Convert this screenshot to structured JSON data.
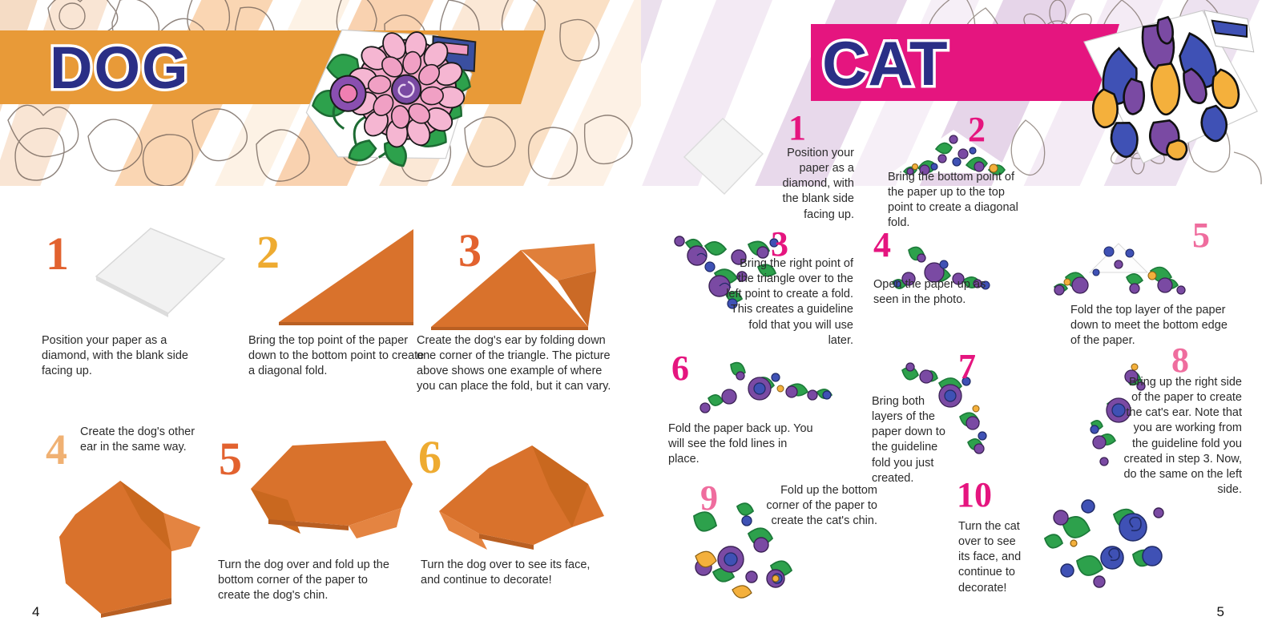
{
  "page": {
    "left_page_number": "4",
    "right_page_number": "5"
  },
  "colors": {
    "dog_banner": "#e89a38",
    "cat_banner": "#e5157f",
    "banner_text": "#2a2f86",
    "banner_text_outline": "#ffffff",
    "dog_paper": "#d9722c",
    "dog_num_red": "#e2622f",
    "dog_num_gold": "#eeab31",
    "dog_num_tan": "#f0b173",
    "cat_num_magenta": "#e5157f",
    "cat_num_pink": "#ef6d9e",
    "caption_text": "#2b2b2b",
    "bg_stripe_peach": "#f7cfa8",
    "bg_stripe_lilac": "#d9c4de"
  },
  "dog": {
    "title": "DOG",
    "photo_alt": "folded-dog-origami-with-pink-flower-pattern",
    "steps": [
      {
        "num": "1",
        "caption": "Position your paper as a diamond, with the blank side facing up.",
        "align": "left",
        "shape": "blank-diamond"
      },
      {
        "num": "2",
        "caption": "Bring the top point of the paper down to the bottom point to create a diagonal fold.",
        "align": "left",
        "shape": "orange-triangle"
      },
      {
        "num": "3",
        "caption": "Create the dog's ear by folding down one corner of the triangle. The picture above shows one example of where you can place the fold, but it can vary.",
        "align": "left",
        "shape": "orange-triangle-one-ear"
      },
      {
        "num": "4",
        "caption": "Create the dog's other ear in the same way.",
        "align": "left",
        "shape": "orange-two-ears"
      },
      {
        "num": "5",
        "caption": "Turn the dog over and fold up the bottom corner of the paper to create the dog's chin.",
        "align": "left",
        "shape": "orange-flipped"
      },
      {
        "num": "6",
        "caption": "Turn the dog over to see its face, and continue to decorate!",
        "align": "left",
        "shape": "orange-dog-face"
      }
    ]
  },
  "cat": {
    "title": "CAT",
    "photo_alt": "folded-cat-origami-with-blue-purple-yellow-pattern",
    "steps": [
      {
        "num": "1",
        "caption": "Position your paper as a diamond, with the blank side facing up.",
        "align": "right",
        "shape": "blank-diamond"
      },
      {
        "num": "2",
        "caption": "Bring the bottom point of the paper up to the top point to create a diagonal fold.",
        "align": "left",
        "shape": "floral-triangle-up"
      },
      {
        "num": "3",
        "caption": "Bring the right point of the triangle over to the left point to create a fold. This creates a guideline fold that you will use later.",
        "align": "right",
        "shape": "floral-triangle-wide"
      },
      {
        "num": "4",
        "caption": "Open the paper up as seen in the photo.",
        "align": "left",
        "shape": "floral-triangle-small"
      },
      {
        "num": "5",
        "caption": "Fold the top layer of the paper down to meet the bottom edge of the paper.",
        "align": "left",
        "shape": "floral-triangle-layered"
      },
      {
        "num": "6",
        "caption": "Fold the paper back up. You will see the fold lines in place.",
        "align": "left",
        "shape": "floral-triangle-flat"
      },
      {
        "num": "7",
        "caption": "Bring both layers of the paper down to the guideline fold you just created.",
        "align": "left",
        "shape": "floral-diagonal"
      },
      {
        "num": "8",
        "caption": "Bring up the right side of the paper to create the cat's ear. Note that you are working from the guideline fold you created in step 3. Now, do the same on the left side.",
        "align": "right",
        "shape": "floral-cone"
      },
      {
        "num": "9",
        "caption": "Fold up the bottom corner of the paper to create the cat's chin.",
        "align": "right",
        "shape": "floral-cat-body"
      },
      {
        "num": "10",
        "caption": "Turn the cat over to see its face, and continue to decorate!",
        "align": "left",
        "shape": "floral-cat-face"
      }
    ]
  }
}
